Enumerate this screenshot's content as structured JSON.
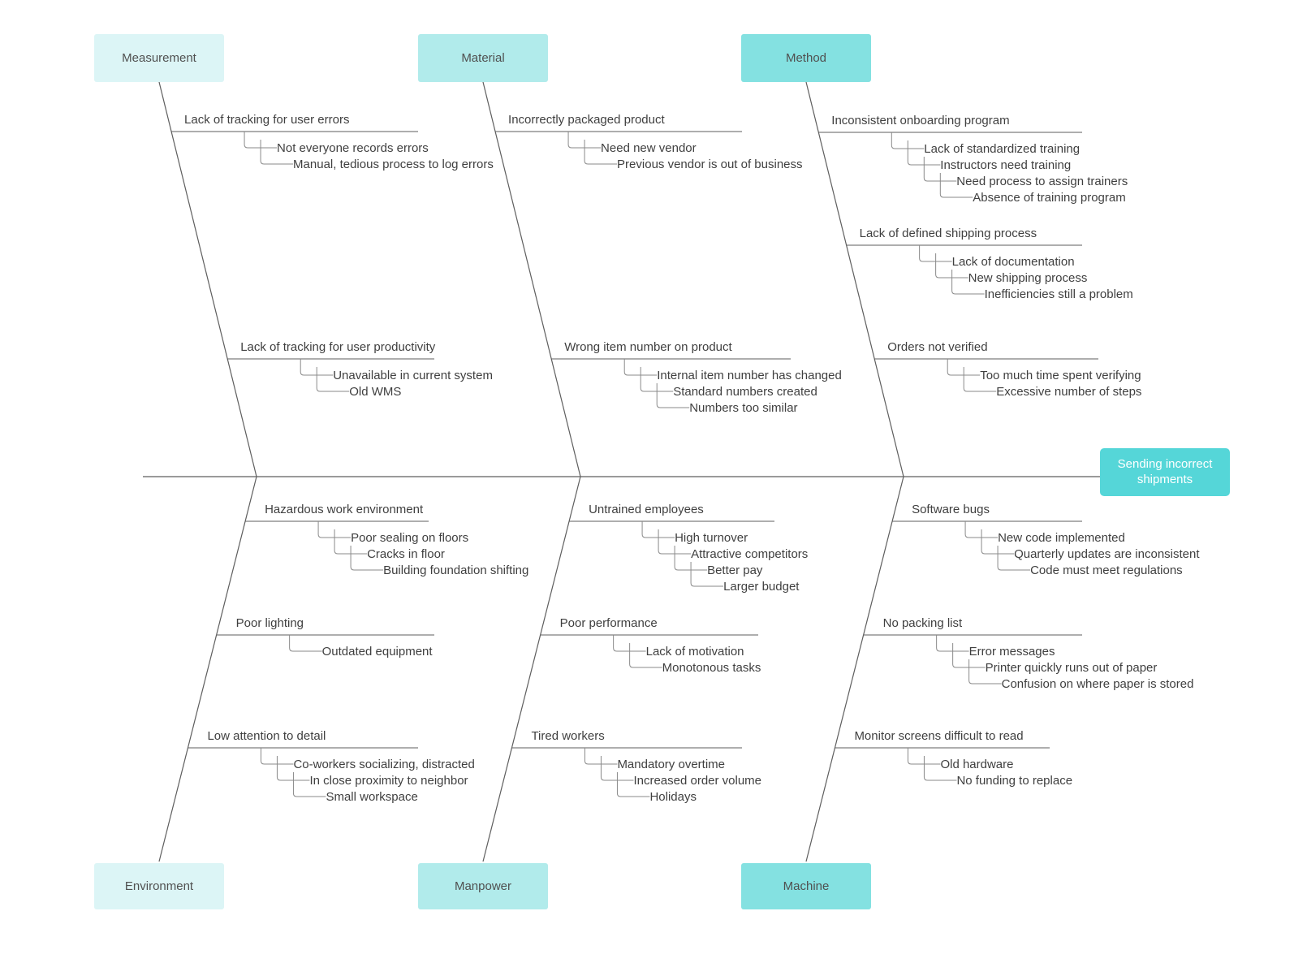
{
  "colors": {
    "line": "#5e5e5e",
    "thin": "#8a8a8a",
    "text": "#3f3f3f",
    "category_light": "#dcf5f6",
    "category_mid": "#b1ebeb",
    "category_dark": "#84e1e1",
    "head_fill": "#55d6d8",
    "head_text": "#ffffff"
  },
  "head": {
    "lines": [
      "Sending incorrect",
      "shipments"
    ]
  },
  "categories": [
    {
      "label": "Measurement",
      "causes": [
        {
          "label": "Lack of tracking for user errors",
          "subs": [
            "Not everyone records errors",
            "Manual, tedious process to log errors"
          ]
        },
        {
          "label": "Lack of tracking for user productivity",
          "subs": [
            "Unavailable in current system",
            "Old WMS"
          ]
        }
      ]
    },
    {
      "label": "Material",
      "causes": [
        {
          "label": "Incorrectly packaged product",
          "subs": [
            "Need new vendor",
            "Previous vendor is out of business"
          ]
        },
        {
          "label": "Wrong item number on product",
          "subs": [
            "Internal item number has changed",
            "Standard numbers created",
            "Numbers too similar"
          ]
        }
      ]
    },
    {
      "label": "Method",
      "causes": [
        {
          "label": "Inconsistent onboarding program",
          "subs": [
            "Lack of standardized training",
            "Instructors need training",
            "Need process to assign trainers",
            "Absence of training program"
          ]
        },
        {
          "label": "Lack of defined shipping process",
          "subs": [
            "Lack of documentation",
            "New shipping process",
            "Inefficiencies still a problem"
          ]
        },
        {
          "label": "Orders not verified",
          "subs": [
            "Too much time spent verifying",
            "Excessive number of steps"
          ]
        }
      ]
    },
    {
      "label": "Environment",
      "causes": [
        {
          "label": "Hazardous work environment",
          "subs": [
            "Poor sealing on floors",
            "Cracks in floor",
            "Building foundation shifting"
          ]
        },
        {
          "label": "Poor lighting",
          "subs": [
            "Outdated equipment"
          ]
        },
        {
          "label": "Low attention to detail",
          "subs": [
            "Co-workers socializing, distracted",
            "In close proximity to neighbor",
            "Small workspace"
          ]
        }
      ]
    },
    {
      "label": "Manpower",
      "causes": [
        {
          "label": "Untrained employees",
          "subs": [
            "High turnover",
            "Attractive competitors",
            "Better pay",
            "Larger budget"
          ]
        },
        {
          "label": "Poor performance",
          "subs": [
            "Lack of motivation",
            "Monotonous tasks"
          ]
        },
        {
          "label": "Tired workers",
          "subs": [
            "Mandatory overtime",
            "Increased order volume",
            "Holidays"
          ]
        }
      ]
    },
    {
      "label": "Machine",
      "causes": [
        {
          "label": "Software bugs",
          "subs": [
            "New code implemented",
            "Quarterly updates are inconsistent",
            "Code must meet regulations"
          ]
        },
        {
          "label": "No packing list",
          "subs": [
            "Error messages",
            "Printer quickly runs out of paper",
            "Confusion on where paper is stored"
          ]
        },
        {
          "label": "Monitor screens difficult to read",
          "subs": [
            "Old hardware",
            "No funding to replace"
          ]
        }
      ]
    }
  ]
}
